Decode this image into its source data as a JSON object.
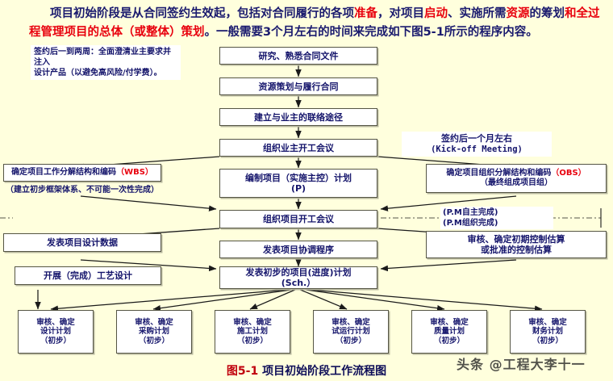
{
  "page": {
    "background_color": "#ffffdd",
    "text_color": "#14146b",
    "accent_color": "#e8000d"
  },
  "intro": {
    "p1_a": "项目初始阶段是从合同签约生效起，包括对合同履行的各项",
    "p1_red1": "准备",
    "p1_b": "，对项目",
    "p1_red2": "启动",
    "p1_c": "、实施所需",
    "p1_red3": "资源",
    "p1_d": "的筹划",
    "p1_red4": "和全过程管理项目的总体（或整体）策划",
    "p1_e": "。一般需要3个月左右的时间来完成如下图5-1所示的程序内容。"
  },
  "annotations": {
    "signing_note": "签约后一到两周：全面澄清业主要求并注入\n设计产品（以避免高风险/付学费）。",
    "kickoff_cn": "签约后一个月左右",
    "kickoff_en": "(Kick-off Meeting)",
    "pm_self": "(P.M自主完成)",
    "pm_org": "(P.M组织完成)"
  },
  "nodes": {
    "center": [
      {
        "id": "c1",
        "label": "研究、熟悉合同文件"
      },
      {
        "id": "c2",
        "label": "资源策划与履行合同"
      },
      {
        "id": "c3",
        "label": "建立与业主的联络途径"
      },
      {
        "id": "c4",
        "label": "组织业主开工会议"
      },
      {
        "id": "c5",
        "label": "编制项目（实施主控）计划\n(P)"
      },
      {
        "id": "c6",
        "label": "组织项目开工会议"
      },
      {
        "id": "c7",
        "label": "发表项目协调程序"
      },
      {
        "id": "c8",
        "label": "发表初步的项目(进度)计划\n(Sch.）"
      }
    ],
    "left": [
      {
        "id": "l1",
        "label_a": "确定项目工作分解结构和编码",
        "label_b": "（WBS）"
      },
      {
        "id": "l1_note",
        "label": "（建立初步框架体系、不可能一次性完成）"
      },
      {
        "id": "l2",
        "label": "发表项目设计数据"
      },
      {
        "id": "l3",
        "label": "开展（完成）工艺设计"
      }
    ],
    "right": [
      {
        "id": "r1",
        "label_a": "确定项目组织分解结构和编码",
        "label_b": "（OBS）",
        "label_c": "（最终组成项目组）"
      },
      {
        "id": "r2",
        "label": "审核、确定初期控制估算\n或批准的控制估算"
      }
    ],
    "bottom": [
      {
        "id": "b1",
        "line1": "审核、确定",
        "line2": "设计计划",
        "line3": "（初步）"
      },
      {
        "id": "b2",
        "line1": "审核、确定",
        "line2": "采购计划",
        "line3": "（初步）"
      },
      {
        "id": "b3",
        "line1": "审核、确定",
        "line2": "施工计划",
        "line3": "（初步）"
      },
      {
        "id": "b4",
        "line1": "审核、确定",
        "line2": "试运行计划",
        "line3": "（初步）"
      },
      {
        "id": "b5",
        "line1": "审核、确定",
        "line2": "质量计划",
        "line3": "（初步）"
      },
      {
        "id": "b6",
        "line1": "审核、确定",
        "line2": "财务计划",
        "line3": "（初步）"
      }
    ]
  },
  "caption": {
    "fig": "图5-1",
    "title": " 项目初始阶段工作流程图"
  },
  "watermark": {
    "text": "头条 @工程大李十一"
  }
}
